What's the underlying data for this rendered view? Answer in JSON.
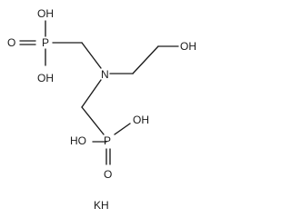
{
  "structure": {
    "labels": {
      "p_top_oh_upper": "OH",
      "p_top_o": "O",
      "p_top": "P",
      "p_top_oh_lower": "OH",
      "nitrogen": "N",
      "oh_right": "OH",
      "p_bottom_oh_left": "HO",
      "p_bottom": "P",
      "p_bottom_oh_right": "OH",
      "p_bottom_o": "O",
      "counter_ion": "KH"
    }
  }
}
